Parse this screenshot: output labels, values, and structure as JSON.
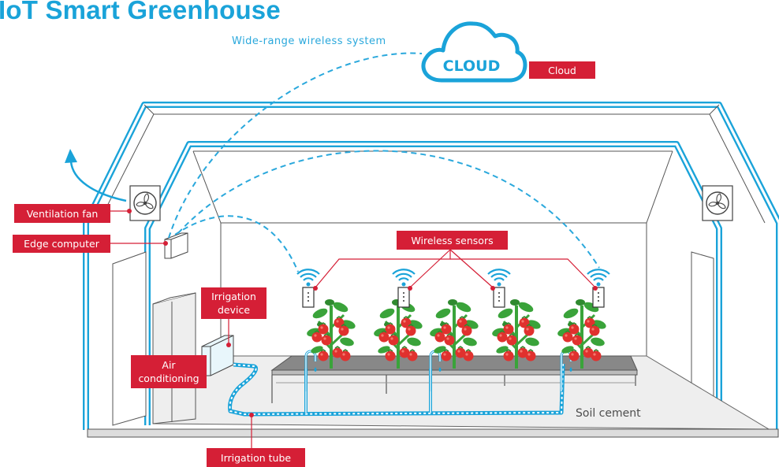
{
  "title": "IoT Smart Greenhouse",
  "network_label": "Wide-range wireless system",
  "cloud_text": "CLOUD",
  "labels": {
    "cloud": "Cloud",
    "ventilation_fan": "Ventilation fan",
    "edge_computer": "Edge computer",
    "wireless_sensors": "Wireless sensors",
    "irrigation_device_line1": "Irrigation",
    "irrigation_device_line2": "device",
    "air_conditioning_line1": "Air",
    "air_conditioning_line2": "conditioning",
    "soil_cement": "Soil cement",
    "irrigation_tube": "Irrigation tube"
  },
  "colors": {
    "accent_blue": "#1aa3d9",
    "label_red": "#d51f36",
    "plant_green": "#3aa33a",
    "tomato_red": "#e0312e"
  },
  "icons": [
    "cloud-icon",
    "fan-icon",
    "wifi-icon",
    "sensor-icon",
    "tomato-plant-icon",
    "water-drop-icon"
  ]
}
